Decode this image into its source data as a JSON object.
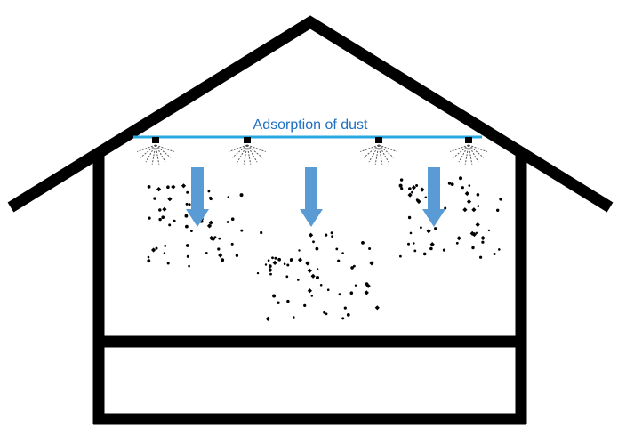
{
  "diagram": {
    "label": "Adsorption of dust",
    "colors": {
      "structure": "#000000",
      "pipe": "#29a8e0",
      "label": "#1f6fc0",
      "arrow": "#5b9bd5",
      "dust": "#000000",
      "spray": "#555555"
    },
    "nozzle_count": 4,
    "arrow_count": 3
  }
}
